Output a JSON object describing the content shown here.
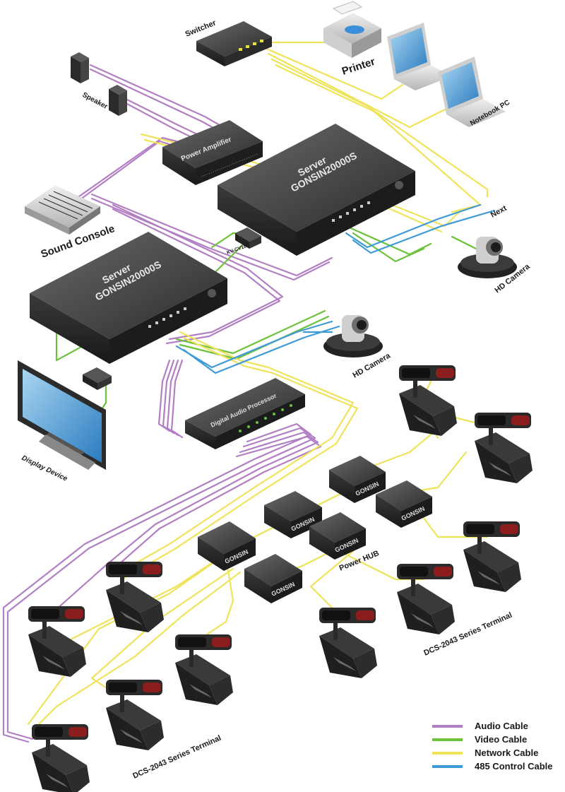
{
  "labels": {
    "switcher": "Switcher",
    "printer": "Printer",
    "notebook": "Notebook PC",
    "speaker": "Speaker",
    "power_amplifier": "Power Amplifier",
    "sound_console": "Sound Console",
    "server1_line1": "Server",
    "server1_line2": "GONSIN20000S",
    "server2_line1": "Server",
    "server2_line2": "GONSIN20000S",
    "kv": "KV-CV180",
    "next": "Next",
    "hd_camera_1": "HD Camera",
    "hd_camera_2": "HD Camera",
    "display": "Display Device",
    "dap": "Digital Audio Processor",
    "power_hub": "Power HUB",
    "terminal_right": "DCS-2043 Series Terminal",
    "terminal_left": "DCS-2043 Series Terminal"
  },
  "legend": [
    {
      "label": "Audio Cable",
      "color": "#b27fc4"
    },
    {
      "label": "Video Cable",
      "color": "#6cc23a"
    },
    {
      "label": "Network Cable",
      "color": "#efe35a"
    },
    {
      "label": "485 Control Cable",
      "color": "#3d9ad6"
    }
  ],
  "hub_brand": "GONSIN",
  "colors": {
    "audio": "#b27fc4",
    "video": "#6cc23a",
    "network": "#efe35a",
    "control": "#3d9ad6",
    "device_dark": "#2d2d2d"
  }
}
